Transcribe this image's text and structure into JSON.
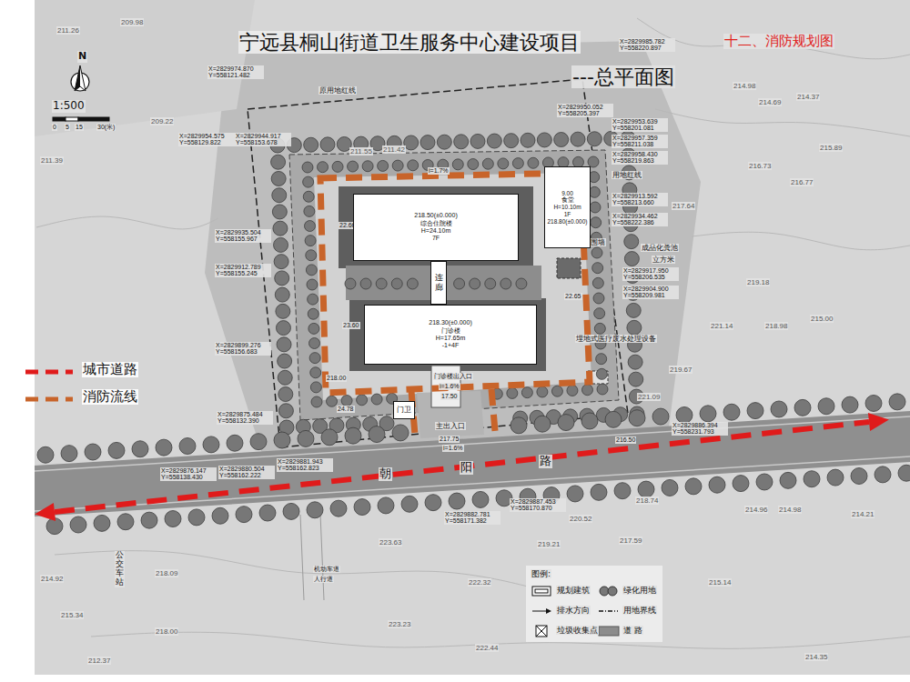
{
  "diagram": {
    "title": "宁远县桐山街道卫生服务中心建设项目",
    "nodes": [
      {
        "text": [
          "218.50(±0.000)",
          "综合住院楼",
          "H=24.10m",
          "7F"
        ]
      },
      {
        "text": [
          "218.30(±0.000)",
          "门诊楼",
          "H=17.65m",
          "-1+4F"
        ]
      },
      {
        "text": [
          "连廊"
        ]
      },
      {
        "text": [
          "9.00",
          "食堂",
          "H=10.10m",
          "1F",
          "218.80(±0.000)"
        ]
      },
      {
        "text": [
          "门卫"
        ]
      }
    ],
    "labels": [
      "---总平面图",
      "十二、消防规划图",
      "N",
      "1:500",
      "0",
      "5",
      "15",
      "30(米)",
      "原用地红线",
      "X=2829974.870 Y=558121.482",
      "X=2829985.782 Y=558220.897",
      "X=2829954.575 Y=558129.822",
      "X=2829944.917 Y=558153.678",
      "X=2829950.052 Y=558205.397",
      "X=2829953.639 Y=558201.081",
      "X=2829957.359 Y=558211.038",
      "X=2829958.430 Y=558219.863",
      "用地红线",
      "X=2829913.592 Y=558213.660",
      "X=2829934.462 Y=558222.386",
      "X=2829935.504 Y=558155.967",
      "X=2829912.789 Y=558155.245",
      "X=2829899.276 Y=558156.683",
      "X=2829917.950 Y=558206.535",
      "X=2829904.900 Y=558209.981",
      "X=2829875.484 Y=558132.390",
      "X=2829876.147 Y=558138.430",
      "X=2829880.504 Y=558162.222",
      "X=2829881.943 Y=558162.823",
      "X=2829882.781 Y=558171.382",
      "X=2829887.453 Y=558170.870",
      "X=2829886.394 Y=558231.793",
      "围墙",
      "成品化粪池",
      "立方米",
      "埋地式医疗废水处理设备",
      "i=1.7%",
      "22.66",
      "23.60",
      "218.00",
      "24.78",
      "门诊楼出入口",
      "i=1.6%",
      "17.50",
      "主出入口",
      "217.75",
      "i=1.6%",
      "216.50",
      "22.65",
      "朝",
      "阳",
      "路",
      "机动车道",
      "人行道",
      "公交车站",
      "图例:",
      "211.26",
      "209.98",
      "209.22",
      "211.39",
      "211.55",
      "211.42",
      "214.98",
      "214.37",
      "214.69",
      "215.89",
      "216.73",
      "216.77",
      "217.64",
      "219.18",
      "215.00",
      "221.14",
      "218.98",
      "219.67",
      "221.09",
      "214.96",
      "214.98",
      "214.21",
      "218.74",
      "220.52",
      "219.21",
      "217.59",
      "215.14",
      "214.35",
      "223.63",
      "222.32",
      "222.44",
      "223.23",
      "218.09",
      "214.92",
      "215.34",
      "218.00",
      "212.37"
    ],
    "legend": [
      {
        "text": "城市道路"
      },
      {
        "text": "消防流线"
      },
      {
        "text": "规划建筑"
      },
      {
        "text": "绿化用地"
      },
      {
        "text": "排水方向"
      },
      {
        "text": "用地界线"
      },
      {
        "text": "垃圾收集点"
      },
      {
        "text": "道 路",
        "color": "#8c8c8c"
      }
    ]
  }
}
